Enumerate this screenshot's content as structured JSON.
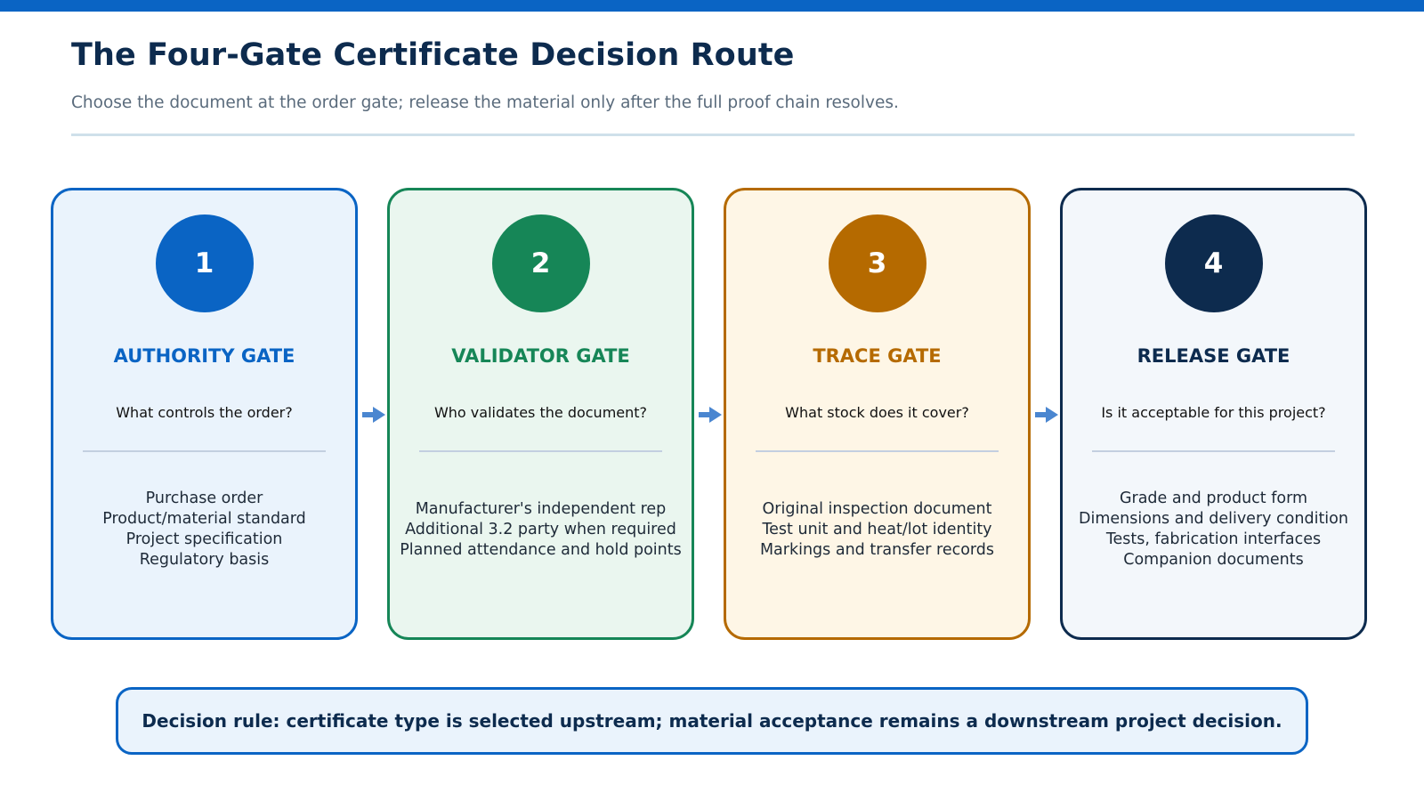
{
  "title": "The Four-Gate Certificate Decision Route",
  "subtitle": "Choose the document at the order gate; release the material only after the full proof chain resolves.",
  "gates": [
    {
      "number": "1",
      "title": "AUTHORITY GATE",
      "question": "What controls the order?",
      "items": [
        "Purchase order",
        "Product/material standard",
        "Project specification",
        "Regulatory basis"
      ],
      "accent": "#0a64c4",
      "fill": "#eaf3fc"
    },
    {
      "number": "2",
      "title": "VALIDATOR GATE",
      "question": "Who validates the document?",
      "items": [
        "Manufacturer's independent rep",
        "Additional 3.2 party when required",
        "Planned attendance and hold points"
      ],
      "accent": "#168657",
      "fill": "#eaf6ef"
    },
    {
      "number": "3",
      "title": "TRACE GATE",
      "question": "What stock does it cover?",
      "items": [
        "Original inspection document",
        "Test unit and heat/lot identity",
        "Markings and transfer records"
      ],
      "accent": "#b56a00",
      "fill": "#fef6e6"
    },
    {
      "number": "4",
      "title": "RELEASE GATE",
      "question": "Is it acceptable for this project?",
      "items": [
        "Grade and product form",
        "Dimensions and delivery condition",
        "Tests, fabrication interfaces",
        "Companion documents"
      ],
      "accent": "#0d2b4e",
      "fill": "#f3f7fb"
    }
  ],
  "connector_color": "#4a86d0",
  "decision_rule": "Decision rule: certificate type is selected upstream; material acceptance remains a downstream project decision."
}
